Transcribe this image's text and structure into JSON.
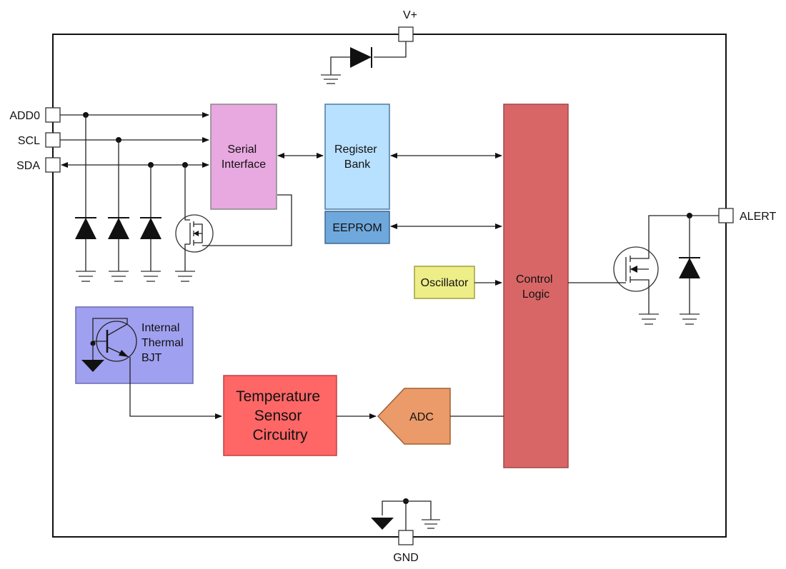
{
  "pins": {
    "vplus": "V+",
    "add0": "ADD0",
    "scl": "SCL",
    "sda": "SDA",
    "alert": "ALERT",
    "gnd": "GND"
  },
  "blocks": {
    "serial_interface": [
      "Serial",
      "Interface"
    ],
    "register_bank": [
      "Register",
      "Bank"
    ],
    "eeprom": "EEPROM",
    "control_logic": [
      "Control",
      "Logic"
    ],
    "oscillator": "Oscillator",
    "internal_bjt": [
      "Internal",
      "Thermal",
      "BJT"
    ],
    "temperature_sensor": [
      "Temperature",
      "Sensor",
      "Circuitry"
    ],
    "adc": "ADC"
  },
  "colors": {
    "serial_interface": "#e8a8e0",
    "register_bank": "#b8e0ff",
    "eeprom": "#6fa8dc",
    "control_logic": "#d96666",
    "oscillator": "#eeee88",
    "internal_bjt": "#a0a0f0",
    "temperature_sensor": "#ff6666",
    "adc": "#eb9a6a"
  }
}
